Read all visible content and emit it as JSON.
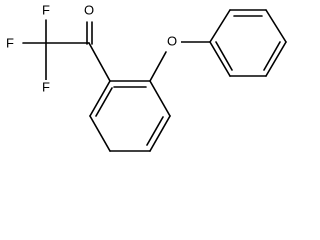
{
  "structure": {
    "atoms": {
      "o_carbonyl": "O",
      "o_ether": "O",
      "f_top": "F",
      "f_left": "F",
      "f_bottom": "F"
    }
  }
}
